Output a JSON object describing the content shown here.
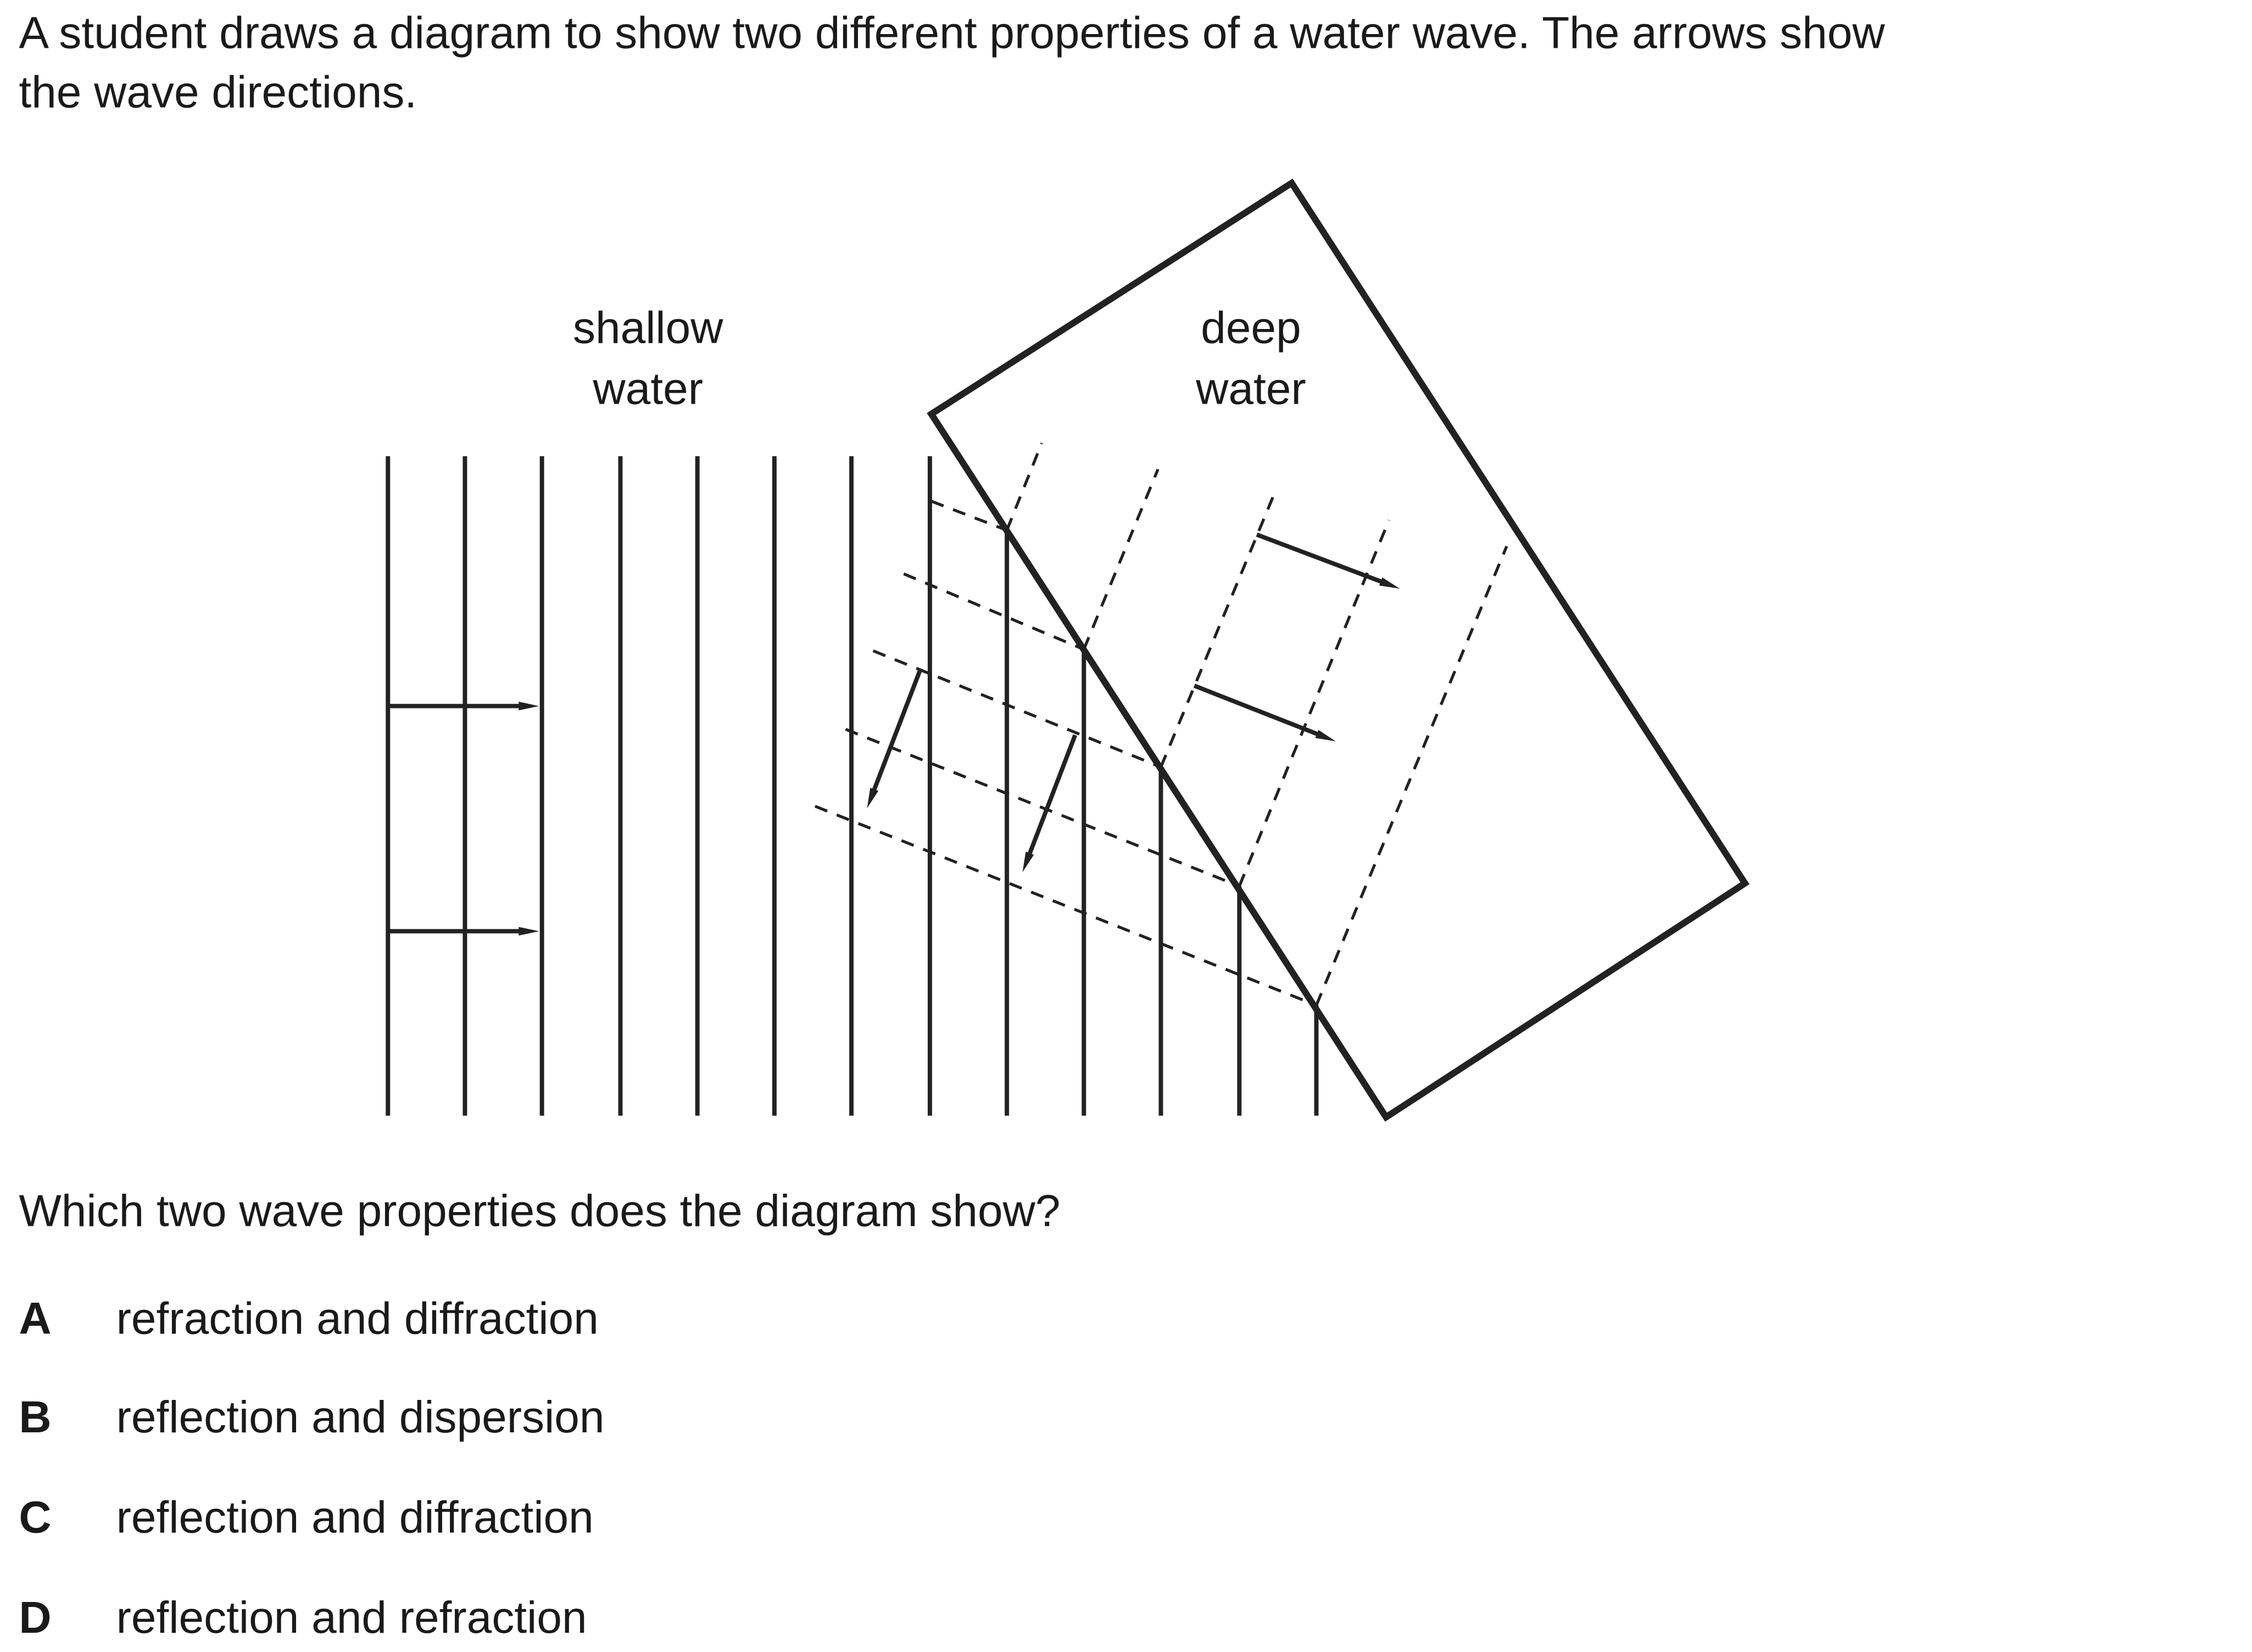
{
  "stem": {
    "line1": "A student draws a diagram to show two different properties of a water wave. The arrows show",
    "line2": "the wave directions."
  },
  "diagram": {
    "shallow_label_1": "shallow",
    "shallow_label_2": "water",
    "deep_label_1": "deep",
    "deep_label_2": "water"
  },
  "question": "Which two wave properties does the diagram show?",
  "options": [
    {
      "letter": "A",
      "text": "refraction and diffraction"
    },
    {
      "letter": "B",
      "text": "reflection and dispersion"
    },
    {
      "letter": "C",
      "text": "reflection and diffraction"
    },
    {
      "letter": "D",
      "text": "reflection and refraction"
    }
  ]
}
